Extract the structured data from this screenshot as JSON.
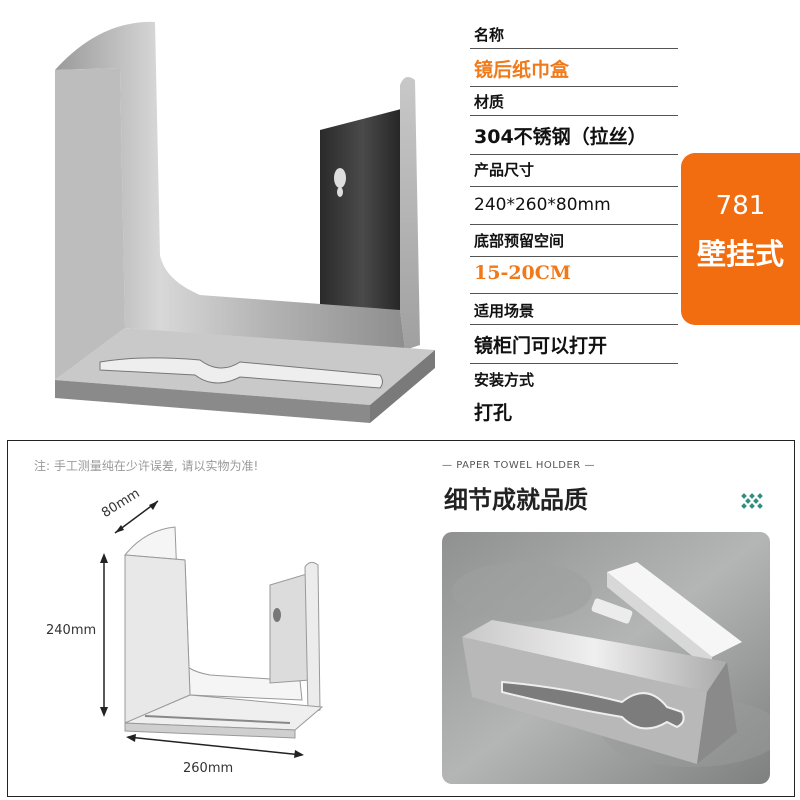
{
  "specs": [
    {
      "label": "名称",
      "value": "镜后纸巾盒",
      "value_color": "#f07a1a"
    },
    {
      "label": "材质",
      "value": "304不锈钢（拉丝）"
    },
    {
      "label": "产品尺寸",
      "value": "240*260*80mm"
    },
    {
      "label": "底部预留空间",
      "value": "15-20CM",
      "value_color": "#f07a1a"
    },
    {
      "label": "适用场景",
      "value": "镜柜门可以打开"
    },
    {
      "label": "安装方式",
      "value": "打孔"
    }
  ],
  "badge": {
    "number": "781",
    "text": "壁挂式",
    "color": "#f26d10"
  },
  "note": "注: 手工测量纯在少许误差, 请以实物为准!",
  "detail": {
    "tag": "PAPER TOWEL HOLDER",
    "title": "细节成就品质"
  },
  "dimensions": {
    "depth": "80mm",
    "height": "240mm",
    "width": "260mm"
  },
  "icons": [
    "dots-grid-icon"
  ]
}
